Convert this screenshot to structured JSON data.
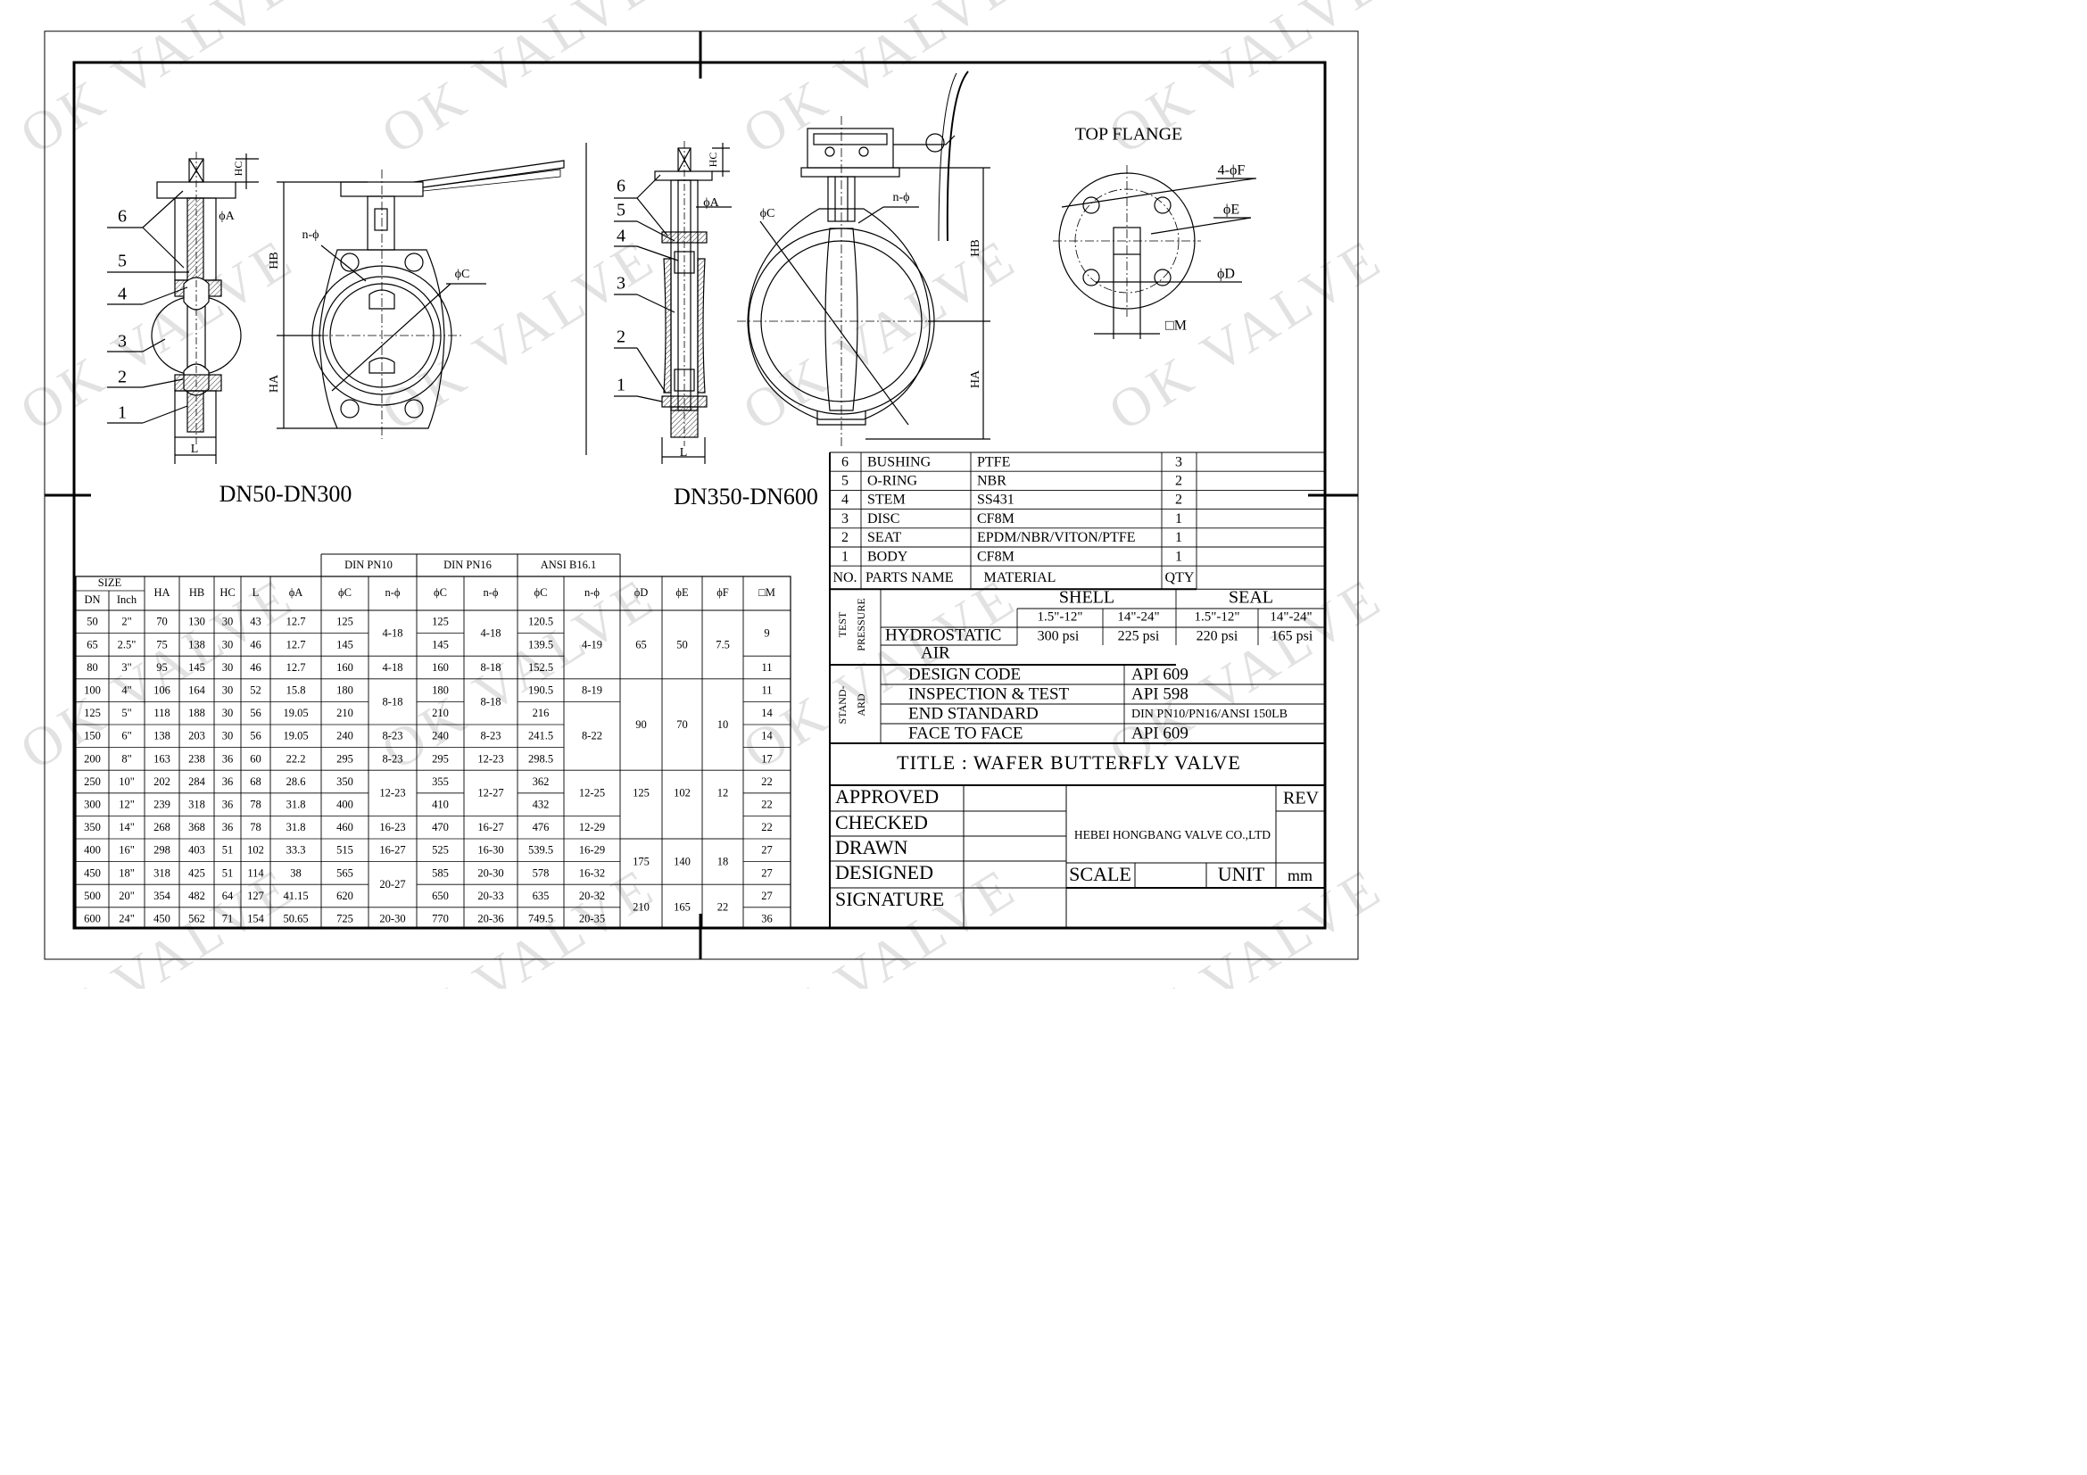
{
  "watermark": "OK VALVE",
  "top_view": {
    "label_small": "DN50-DN300",
    "label_large": "DN350-DN600",
    "top_flange_title": "TOP FLANGE",
    "dim": {
      "HC": "HC",
      "phiA": "ϕA",
      "HB": "HB",
      "HA": "HA",
      "L": "L",
      "nphi": "n-ϕ",
      "phiC": "ϕC",
      "phiF": "4-ϕF",
      "phiE": "ϕE",
      "phiD": "ϕD",
      "M": "□M"
    },
    "callouts": [
      "1",
      "2",
      "3",
      "4",
      "5",
      "6"
    ]
  },
  "dimension_table": {
    "group_headers": {
      "din_pn10": "DIN PN10",
      "din_pn16": "DIN PN16",
      "ansi": "ANSI B16.1"
    },
    "size_header": "SIZE",
    "headers": [
      "DN",
      "Inch",
      "HA",
      "HB",
      "HC",
      "L",
      "ϕA",
      "ϕC",
      "n-ϕ",
      "ϕC",
      "n-ϕ",
      "ϕC",
      "n-ϕ",
      "ϕD",
      "ϕE",
      "ϕF",
      "□M"
    ],
    "rows": [
      [
        "50",
        "2\"",
        "70",
        "130",
        "30",
        "43",
        "12.7",
        "125",
        "125",
        "120.5"
      ],
      [
        "65",
        "2.5\"",
        "75",
        "138",
        "30",
        "46",
        "12.7",
        "145",
        "145",
        "139.5"
      ],
      [
        "80",
        "3\"",
        "95",
        "145",
        "30",
        "46",
        "12.7",
        "160",
        "160",
        "152.5"
      ],
      [
        "100",
        "4\"",
        "106",
        "164",
        "30",
        "52",
        "15.8",
        "180",
        "180",
        "190.5"
      ],
      [
        "125",
        "5\"",
        "118",
        "188",
        "30",
        "56",
        "19.05",
        "210",
        "210",
        "216"
      ],
      [
        "150",
        "6\"",
        "138",
        "203",
        "30",
        "56",
        "19.05",
        "240",
        "240",
        "241.5"
      ],
      [
        "200",
        "8\"",
        "163",
        "238",
        "36",
        "60",
        "22.2",
        "295",
        "295",
        "298.5"
      ],
      [
        "250",
        "10\"",
        "202",
        "284",
        "36",
        "68",
        "28.6",
        "350",
        "355",
        "362"
      ],
      [
        "300",
        "12\"",
        "239",
        "318",
        "36",
        "78",
        "31.8",
        "400",
        "410",
        "432"
      ],
      [
        "350",
        "14\"",
        "268",
        "368",
        "36",
        "78",
        "31.8",
        "460",
        "470",
        "476"
      ],
      [
        "400",
        "16\"",
        "298",
        "403",
        "51",
        "102",
        "33.3",
        "515",
        "525",
        "539.5"
      ],
      [
        "450",
        "18\"",
        "318",
        "425",
        "51",
        "114",
        "38",
        "565",
        "585",
        "578"
      ],
      [
        "500",
        "20\"",
        "354",
        "482",
        "64",
        "127",
        "41.15",
        "620",
        "650",
        "635"
      ],
      [
        "600",
        "24\"",
        "450",
        "562",
        "71",
        "154",
        "50.65",
        "725",
        "770",
        "749.5"
      ]
    ],
    "nphi_pn10": [
      {
        "text": "4-18",
        "r0": 0,
        "r1": 1
      },
      {
        "text": "4-18",
        "r0": 2,
        "r1": 2
      },
      {
        "text": "8-18",
        "r0": 3,
        "r1": 4
      },
      {
        "text": "8-23",
        "r0": 5,
        "r1": 5
      },
      {
        "text": "8-23",
        "r0": 6,
        "r1": 6
      },
      {
        "text": "12-23",
        "r0": 7,
        "r1": 8
      },
      {
        "text": "16-23",
        "r0": 9,
        "r1": 9
      },
      {
        "text": "16-27",
        "r0": 10,
        "r1": 10
      },
      {
        "text": "20-27",
        "r0": 11,
        "r1": 12
      },
      {
        "text": "20-30",
        "r0": 13,
        "r1": 13
      }
    ],
    "nphi_pn16": [
      {
        "text": "4-18",
        "r0": 0,
        "r1": 1
      },
      {
        "text": "8-18",
        "r0": 2,
        "r1": 2
      },
      {
        "text": "8-18",
        "r0": 3,
        "r1": 4
      },
      {
        "text": "8-23",
        "r0": 5,
        "r1": 5
      },
      {
        "text": "12-23",
        "r0": 6,
        "r1": 6
      },
      {
        "text": "12-27",
        "r0": 7,
        "r1": 8
      },
      {
        "text": "16-27",
        "r0": 9,
        "r1": 9
      },
      {
        "text": "16-30",
        "r0": 10,
        "r1": 10
      },
      {
        "text": "20-30",
        "r0": 11,
        "r1": 11
      },
      {
        "text": "20-33",
        "r0": 12,
        "r1": 12
      },
      {
        "text": "20-36",
        "r0": 13,
        "r1": 13
      }
    ],
    "nphi_ansi": [
      {
        "text": "4-19",
        "r0": 0,
        "r1": 2
      },
      {
        "text": "8-19",
        "r0": 3,
        "r1": 3
      },
      {
        "text": "8-22",
        "r0": 4,
        "r1": 6
      },
      {
        "text": "12-25",
        "r0": 7,
        "r1": 8
      },
      {
        "text": "12-29",
        "r0": 9,
        "r1": 9
      },
      {
        "text": "16-29",
        "r0": 10,
        "r1": 10
      },
      {
        "text": "16-32",
        "r0": 11,
        "r1": 11
      },
      {
        "text": "20-32",
        "r0": 12,
        "r1": 12
      },
      {
        "text": "20-35",
        "r0": 13,
        "r1": 13
      }
    ],
    "flange_groups": [
      {
        "D": "65",
        "E": "50",
        "F": "7.5",
        "r0": 0,
        "r1": 2
      },
      {
        "D": "90",
        "E": "70",
        "F": "10",
        "r0": 3,
        "r1": 6
      },
      {
        "D": "125",
        "E": "102",
        "F": "12",
        "r0": 7,
        "r1": 8
      },
      {
        "D": "",
        "E": "",
        "F": "",
        "r0": 9,
        "r1": 9
      },
      {
        "D": "175",
        "E": "140",
        "F": "18",
        "r0": 10,
        "r1": 11
      },
      {
        "D": "210",
        "E": "165",
        "F": "22",
        "r0": 12,
        "r1": 13
      }
    ],
    "m_values": [
      {
        "text": "9",
        "r0": 0,
        "r1": 1
      },
      {
        "text": "11",
        "r0": 2,
        "r1": 2
      },
      {
        "text": "11",
        "r0": 3,
        "r1": 3
      },
      {
        "text": "14",
        "r0": 4,
        "r1": 4
      },
      {
        "text": "14",
        "r0": 5,
        "r1": 5
      },
      {
        "text": "17",
        "r0": 6,
        "r1": 6
      },
      {
        "text": "22",
        "r0": 7,
        "r1": 7
      },
      {
        "text": "22",
        "r0": 8,
        "r1": 8
      },
      {
        "text": "22",
        "r0": 9,
        "r1": 9
      },
      {
        "text": "27",
        "r0": 10,
        "r1": 10
      },
      {
        "text": "27",
        "r0": 11,
        "r1": 11
      },
      {
        "text": "27",
        "r0": 12,
        "r1": 12
      },
      {
        "text": "36",
        "r0": 13,
        "r1": 13
      }
    ]
  },
  "parts_table": {
    "rows": [
      {
        "no": "6",
        "name": "BUSHING",
        "material": "PTFE",
        "qty": "3"
      },
      {
        "no": "5",
        "name": "O-RING",
        "material": "NBR",
        "qty": "2"
      },
      {
        "no": "4",
        "name": "STEM",
        "material": "SS431",
        "qty": "2"
      },
      {
        "no": "3",
        "name": "DISC",
        "material": "CF8M",
        "qty": "1"
      },
      {
        "no": "2",
        "name": "SEAT",
        "material": "EPDM/NBR/VITON/PTFE",
        "qty": "1"
      },
      {
        "no": "1",
        "name": "BODY",
        "material": "CF8M",
        "qty": "1"
      }
    ],
    "header": {
      "no": "NO.",
      "name": "PARTS NAME",
      "material": "MATERIAL",
      "qty": "QTY"
    }
  },
  "test_pressure": {
    "side_label_1": "TEST",
    "side_label_2": "PRESSURE",
    "shell": "SHELL",
    "seal": "SEAL",
    "col1": "1.5\"-12\"",
    "col2": "14\"-24\"",
    "col3": "1.5\"-12\"",
    "col4": "14\"-24\"",
    "hydrostatic": "HYDROSTATIC",
    "air": "AIR",
    "v1": "300 psi",
    "v2": "225 psi",
    "v3": "220 psi",
    "v4": "165 psi"
  },
  "standard": {
    "side_label_1": "STAND-",
    "side_label_2": "ARD",
    "rows": [
      {
        "label": "DESIGN CODE",
        "value": "API 609"
      },
      {
        "label": "INSPECTION & TEST",
        "value": "API 598"
      },
      {
        "label": "END STANDARD",
        "value": "DIN PN10/PN16/ANSI 150LB"
      },
      {
        "label": "FACE TO FACE",
        "value": "API 609"
      }
    ]
  },
  "title_block": {
    "title": "TITLE : WAFER BUTTERFLY VALVE",
    "approved": "APPROVED",
    "checked": "CHECKED",
    "drawn": "DRAWN",
    "designed": "DESIGNED",
    "signature": "SIGNATURE",
    "company": "HEBEI HONGBANG VALVE CO.,LTD",
    "rev": "REV",
    "scale": "SCALE",
    "unit": "UNIT",
    "unit_value": "mm"
  }
}
